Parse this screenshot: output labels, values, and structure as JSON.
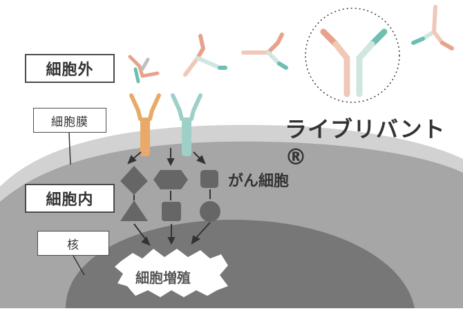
{
  "labels": {
    "outside": "細胞外",
    "membrane": "細胞膜",
    "inside": "細胞内",
    "nucleus": "核",
    "cancer_cell": "がん細胞",
    "proliferation": "細胞増殖",
    "drug_name": "ライブリバント®"
  },
  "colors": {
    "orange": "#e9a968",
    "teal": "#9ed0c8",
    "pink": "#e8a28c",
    "green": "#6cbfb2",
    "cell": "#cfcfcf",
    "cell_inner": "#a9a9a9",
    "nucleus": "#7b7b7b",
    "shape": "#666666"
  }
}
